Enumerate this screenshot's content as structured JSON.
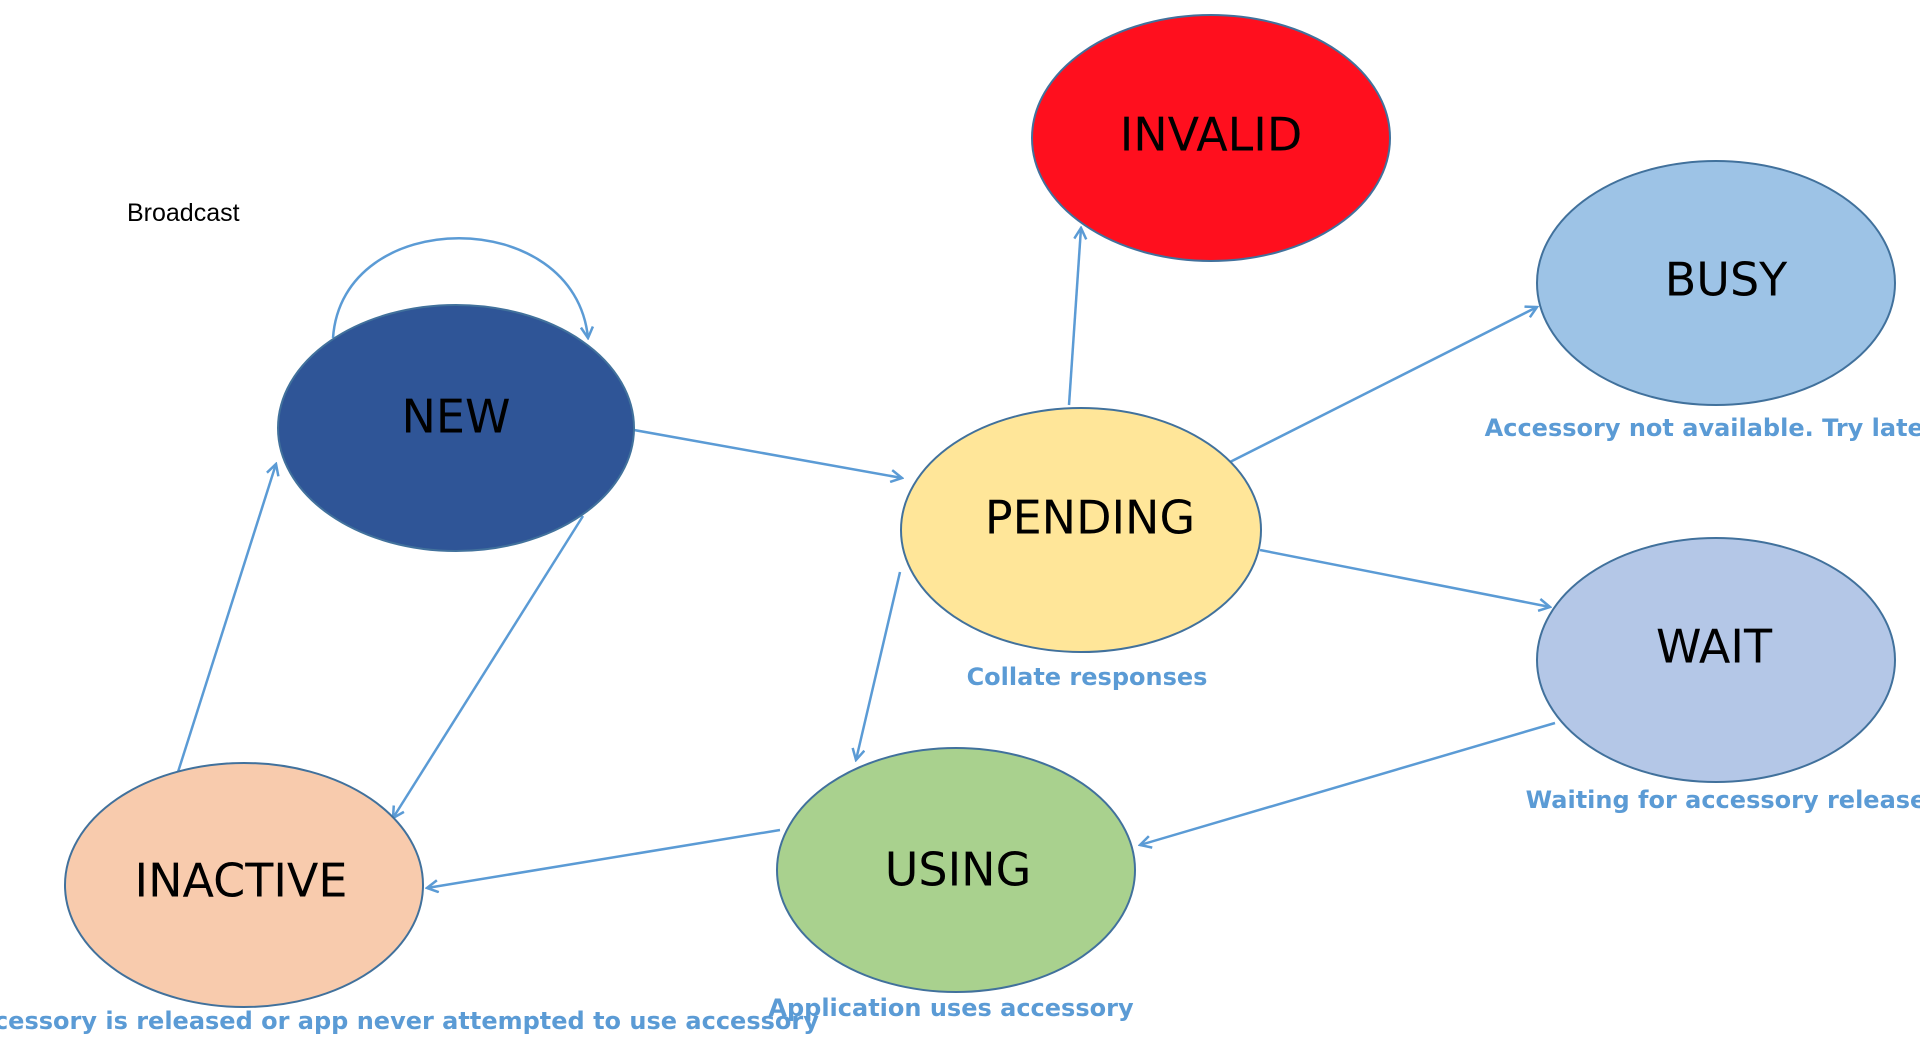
{
  "diagram": {
    "colors": {
      "edge": "#5b9bd5",
      "note_text": "#5b9bd5",
      "node_outline": "#41719c"
    },
    "top_note": "Broadcast",
    "states": {
      "new": {
        "label": "NEW",
        "fill": "#2f5597"
      },
      "invalid": {
        "label": "INVALID",
        "fill": "#ff0f1e"
      },
      "busy": {
        "label": "BUSY",
        "fill": "#9dc3e6",
        "note": "Accessory not available. Try later."
      },
      "pending": {
        "label": "PENDING",
        "fill": "#ffe699",
        "note": "Collate responses"
      },
      "wait": {
        "label": "WAIT",
        "fill": "#b4c7e7",
        "note": "Waiting for accessory release"
      },
      "using": {
        "label": "USING",
        "fill": "#a9d18e",
        "note": "Application uses accessory"
      },
      "inactive": {
        "label": "INACTIVE",
        "fill": "#f8cbad",
        "note": "Accessory is released or app never attempted to use accessory"
      }
    },
    "transitions": [
      {
        "from": "NEW",
        "to": "NEW"
      },
      {
        "from": "NEW",
        "to": "PENDING"
      },
      {
        "from": "NEW",
        "to": "INACTIVE"
      },
      {
        "from": "PENDING",
        "to": "INVALID"
      },
      {
        "from": "PENDING",
        "to": "BUSY"
      },
      {
        "from": "PENDING",
        "to": "WAIT"
      },
      {
        "from": "PENDING",
        "to": "USING"
      },
      {
        "from": "WAIT",
        "to": "USING"
      },
      {
        "from": "USING",
        "to": "INACTIVE"
      },
      {
        "from": "INACTIVE",
        "to": "NEW"
      }
    ]
  }
}
